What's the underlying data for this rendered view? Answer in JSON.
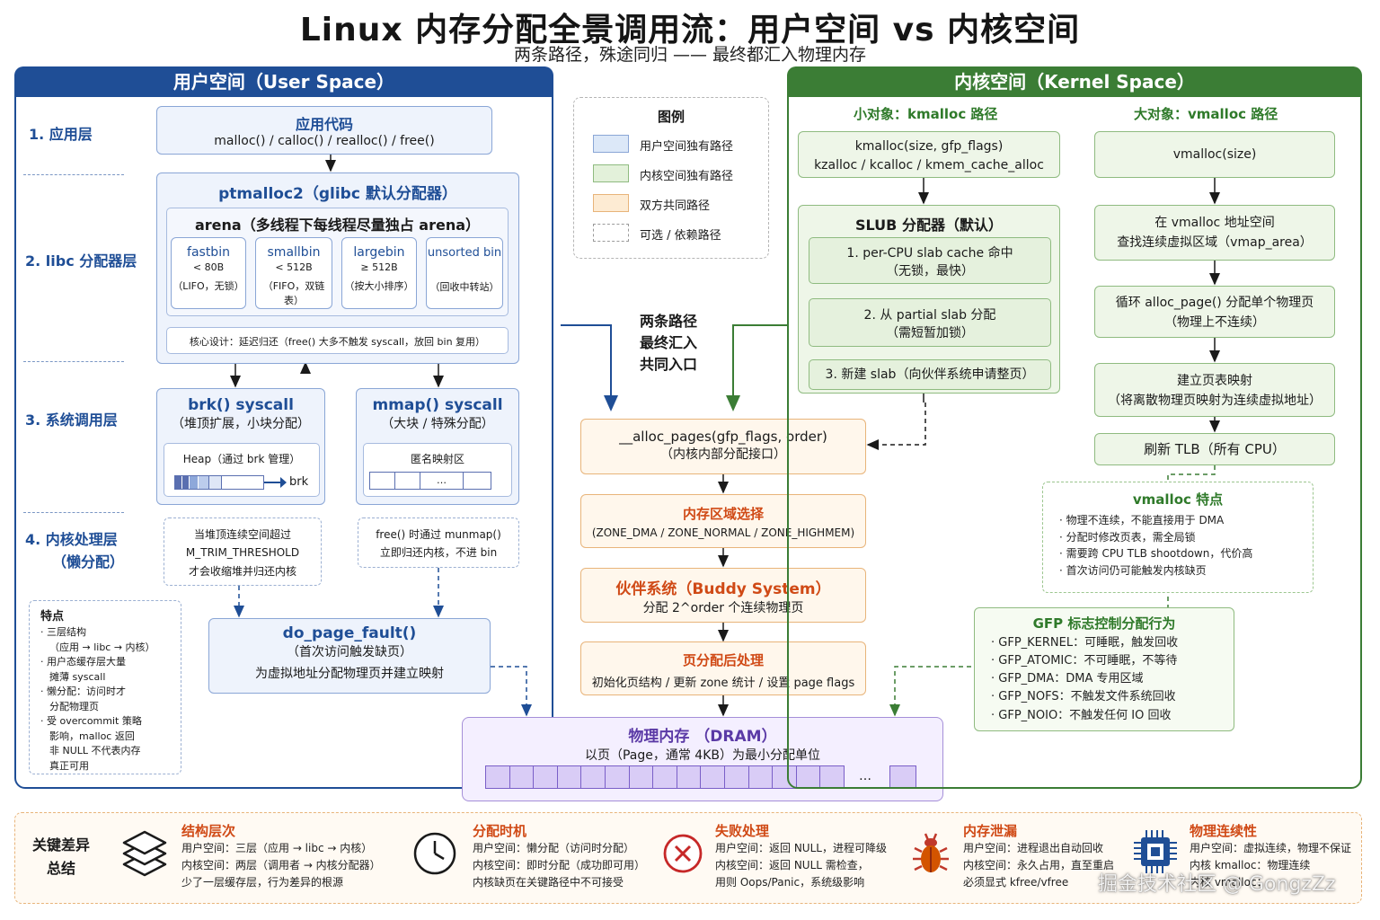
{
  "title": "Linux 内存分配全景调用流：用户空间 vs 内核空间",
  "subtitle": "两条路径，殊途同归 —— 最终都汇入物理内存",
  "user_space": {
    "header": "用户空间（User Space）",
    "layers": [
      "1. 应用层",
      "2. libc 分配器层",
      "3. 系统调用层",
      "4. 内核处理层",
      "（懒分配）"
    ],
    "app_code": {
      "title": "应用代码",
      "text": "malloc() / calloc() / realloc() / free()"
    },
    "ptmalloc": {
      "title": "ptmalloc2（glibc 默认分配器）",
      "arena": "arena（多线程下每线程尽量独占 arena）",
      "bins": [
        {
          "name": "fastbin",
          "size": "< 80B",
          "note": "（LIFO，无锁）"
        },
        {
          "name": "smallbin",
          "size": "< 512B",
          "note": "（FIFO，双链表）"
        },
        {
          "name": "largebin",
          "size": "≥ 512B",
          "note": "（按大小排序）"
        },
        {
          "name": "unsorted bin",
          "size": "",
          "note": "（回收中转站）"
        }
      ],
      "core": "核心设计：延迟归还（free() 大多不触发 syscall，放回 bin 复用）"
    },
    "brk": {
      "title": "brk() syscall",
      "sub": "（堆顶扩展，小块分配）",
      "heap": "Heap（通过 brk 管理）",
      "arrow_label": "brk"
    },
    "mmap": {
      "title": "mmap() syscall",
      "sub": "（大块 / 特殊分配）",
      "area": "匿名映射区",
      "dots": "…"
    },
    "trim": [
      "当堆顶连续空间超过",
      "M_TRIM_THRESHOLD",
      "才会收缩堆并归还内核"
    ],
    "munmap": [
      "free() 时通过 munmap()",
      "立即归还内核，不进 bin"
    ],
    "features": {
      "title": "特点",
      "items": [
        [
          "· 三层结构",
          "（应用 → libc → 内核）"
        ],
        [
          "· 用户态缓存层大量",
          "摊薄 syscall"
        ],
        [
          "· 懒分配：访问时才",
          "分配物理页"
        ],
        [
          "· 受 overcommit 策略",
          "影响，malloc 返回",
          "非 NULL 不代表内存",
          "真正可用"
        ]
      ]
    },
    "page_fault": {
      "title": "do_page_fault()",
      "sub": "（首次访问触发缺页）",
      "desc": "为虚拟地址分配物理页并建立映射"
    }
  },
  "legend": {
    "title": "图例",
    "items": [
      "用户空间独有路径",
      "内核空间独有路径",
      "双方共同路径",
      "可选 / 依赖路径"
    ],
    "colors": [
      "#dce8f8",
      "#e3f1da",
      "#fdebd3",
      "#ffffff"
    ]
  },
  "merge_label": [
    "两条路径",
    "最终汇入",
    "共同入口"
  ],
  "common": {
    "alloc_pages": [
      "__alloc_pages(gfp_flags, order)",
      "（内核内部分配接口）"
    ],
    "zone": {
      "title": "内存区域选择",
      "text": "(ZONE_DMA / ZONE_NORMAL / ZONE_HIGHMEM)"
    },
    "buddy": {
      "title": "伙伴系统（Buddy System）",
      "text": "分配 2^order 个连续物理页"
    },
    "post": {
      "title": "页分配后处理",
      "text": "初始化页结构 / 更新 zone 统计 / 设置 page flags"
    },
    "dram": {
      "title": "物理内存 （DRAM）",
      "text": "以页（Page，通常 4KB）为最小分配单位",
      "dots": "…"
    }
  },
  "kernel_space": {
    "header": "内核空间（Kernel Space）",
    "small_title": "小对象：kmalloc 路径",
    "large_title": "大对象：vmalloc 路径",
    "kmalloc": [
      "kmalloc(size, gfp_flags)",
      "kzalloc / kcalloc / kmem_cache_alloc"
    ],
    "slub": {
      "title": "SLUB 分配器（默认）",
      "steps": [
        [
          "1. per-CPU slab cache 命中",
          "（无锁，最快）"
        ],
        [
          "2. 从 partial slab 分配",
          "（需短暂加锁）"
        ],
        [
          "3. 新建 slab（向伙伴系统申请整页）"
        ]
      ]
    },
    "vmalloc": [
      [
        "vmalloc(size)"
      ],
      [
        "在 vmalloc 地址空间",
        "查找连续虚拟区域（vmap_area）"
      ],
      [
        "循环 alloc_page() 分配单个物理页",
        "（物理上不连续）"
      ],
      [
        "建立页表映射",
        "（将离散物理页映射为连续虚拟地址）"
      ],
      [
        "刷新 TLB（所有 CPU）"
      ]
    ],
    "vmalloc_features": {
      "title": "vmalloc 特点",
      "items": [
        "· 物理不连续，不能直接用于 DMA",
        "· 分配时修改页表，需全局锁",
        "· 需要跨 CPU TLB shootdown，代价高",
        "· 首次访问仍可能触发内核缺页"
      ]
    },
    "gfp": {
      "title": "GFP 标志控制分配行为",
      "items": [
        "· GFP_KERNEL：可睡眠，触发回收",
        "· GFP_ATOMIC：不可睡眠，不等待",
        "· GFP_DMA：DMA 专用区域",
        "· GFP_NOFS：不触发文件系统回收",
        "· GFP_NOIO：不触发任何 IO 回收"
      ]
    }
  },
  "summary": {
    "label": [
      "关键差异",
      "总结"
    ],
    "cols": [
      {
        "icon": "layers-icon",
        "title": "结构层次",
        "lines": [
          "用户空间：三层（应用 → libc → 内核）",
          "内核空间：两层（调用者 → 内核分配器）",
          "少了一层缓存层，行为差异的根源"
        ]
      },
      {
        "icon": "clock-icon",
        "title": "分配时机",
        "lines": [
          "用户空间：懒分配（访问时分配）",
          "内核空间：即时分配（成功即可用）",
          "内核缺页在关键路径中不可接受"
        ]
      },
      {
        "icon": "error-icon",
        "title": "失败处理",
        "lines": [
          "用户空间：返回 NULL，进程可降级",
          "内核空间：返回 NULL 需检查，",
          "用则 Oops/Panic，系统级影响"
        ]
      },
      {
        "icon": "bug-icon",
        "title": "内存泄漏",
        "lines": [
          "用户空间：进程退出自动回收",
          "内核空间：永久占用，直至重启",
          "必须显式 kfree/vfree"
        ]
      },
      {
        "icon": "chip-icon",
        "title": "物理连续性",
        "lines": [
          "用户空间：虚拟连续，物理不保证",
          "内核 kmalloc：物理连续",
          "内核 vmalloc："
        ]
      }
    ]
  },
  "watermark": "掘金技术社区 @ GongzZz",
  "colors": {
    "user": "#1f4e96",
    "kernel": "#3b7d35",
    "common": "#d04a16",
    "dram": "#5b3aa6"
  }
}
